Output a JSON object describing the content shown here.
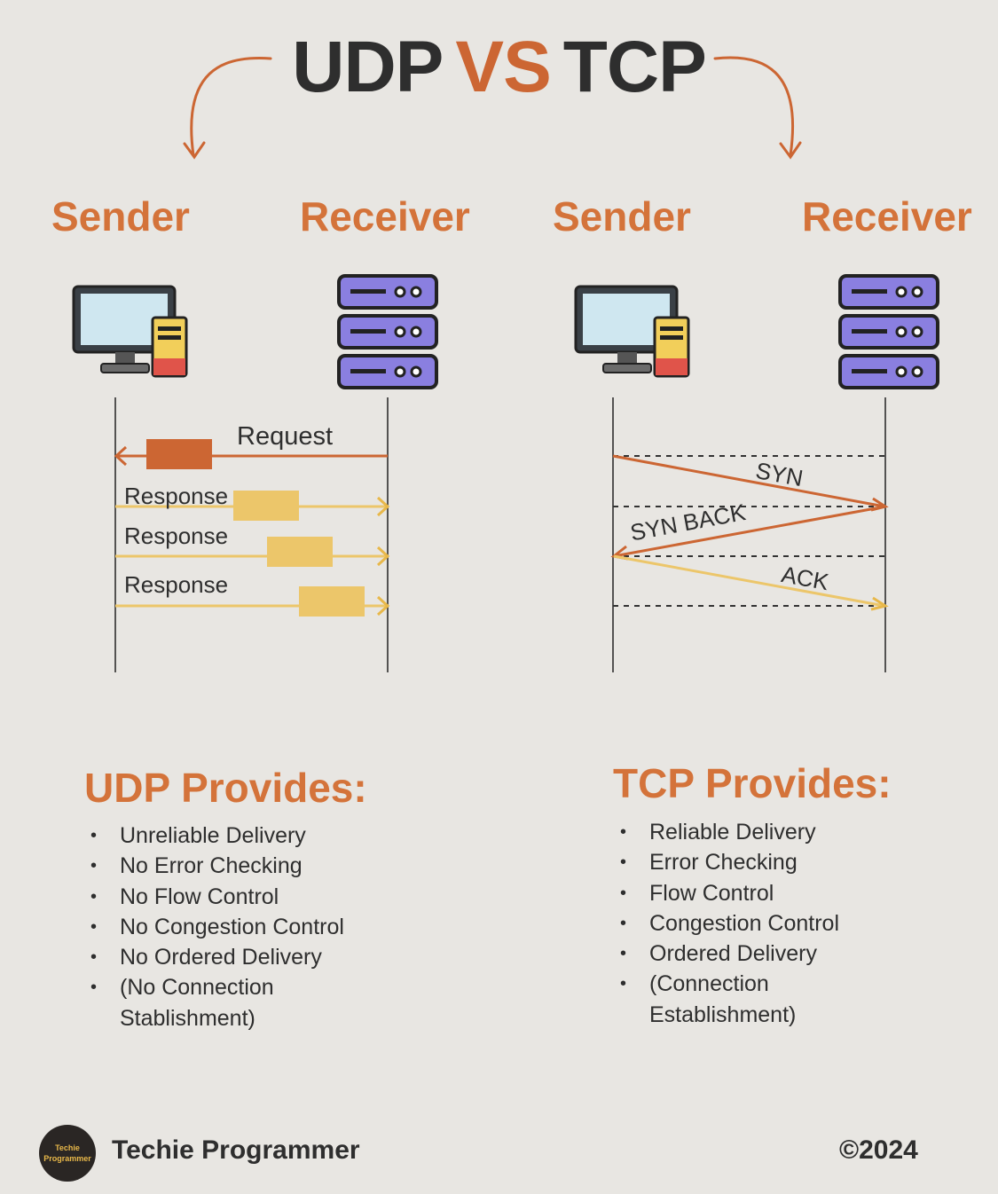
{
  "title": {
    "left": "UDP",
    "middle": "VS",
    "right": "TCP"
  },
  "udp": {
    "sender_label": "Sender",
    "receiver_label": "Receiver",
    "request_label": "Request",
    "responses": [
      "Response",
      "Response",
      "Response"
    ],
    "provides_title": "UDP Provides:",
    "provides": [
      "Unreliable Delivery",
      "No Error Checking",
      "No Flow Control",
      "No Congestion Control",
      "No Ordered Delivery",
      "(No Connection",
      "Stablishment)"
    ]
  },
  "tcp": {
    "sender_label": "Sender",
    "receiver_label": "Receiver",
    "handshake": [
      "SYN",
      "SYN BACK",
      "ACK"
    ],
    "provides_title": "TCP Provides:",
    "provides": [
      "Reliable Delivery",
      "Error Checking",
      "Flow Control",
      "Congestion Control",
      "Ordered Delivery",
      "(Connection",
      "Establishment)"
    ]
  },
  "footer": {
    "logo_text_1": "Techie",
    "logo_text_2": "Programmer",
    "brand": "Techie Programmer",
    "copyright": "©2024"
  },
  "colors": {
    "accent": "#d4733a",
    "dark_orange": "#cc6633",
    "light_orange": "#e8b84a",
    "text": "#2e2e2e",
    "background": "#e8e6e2"
  },
  "icons": {
    "sender": "desktop-computer-icon",
    "receiver": "server-rack-icon"
  }
}
